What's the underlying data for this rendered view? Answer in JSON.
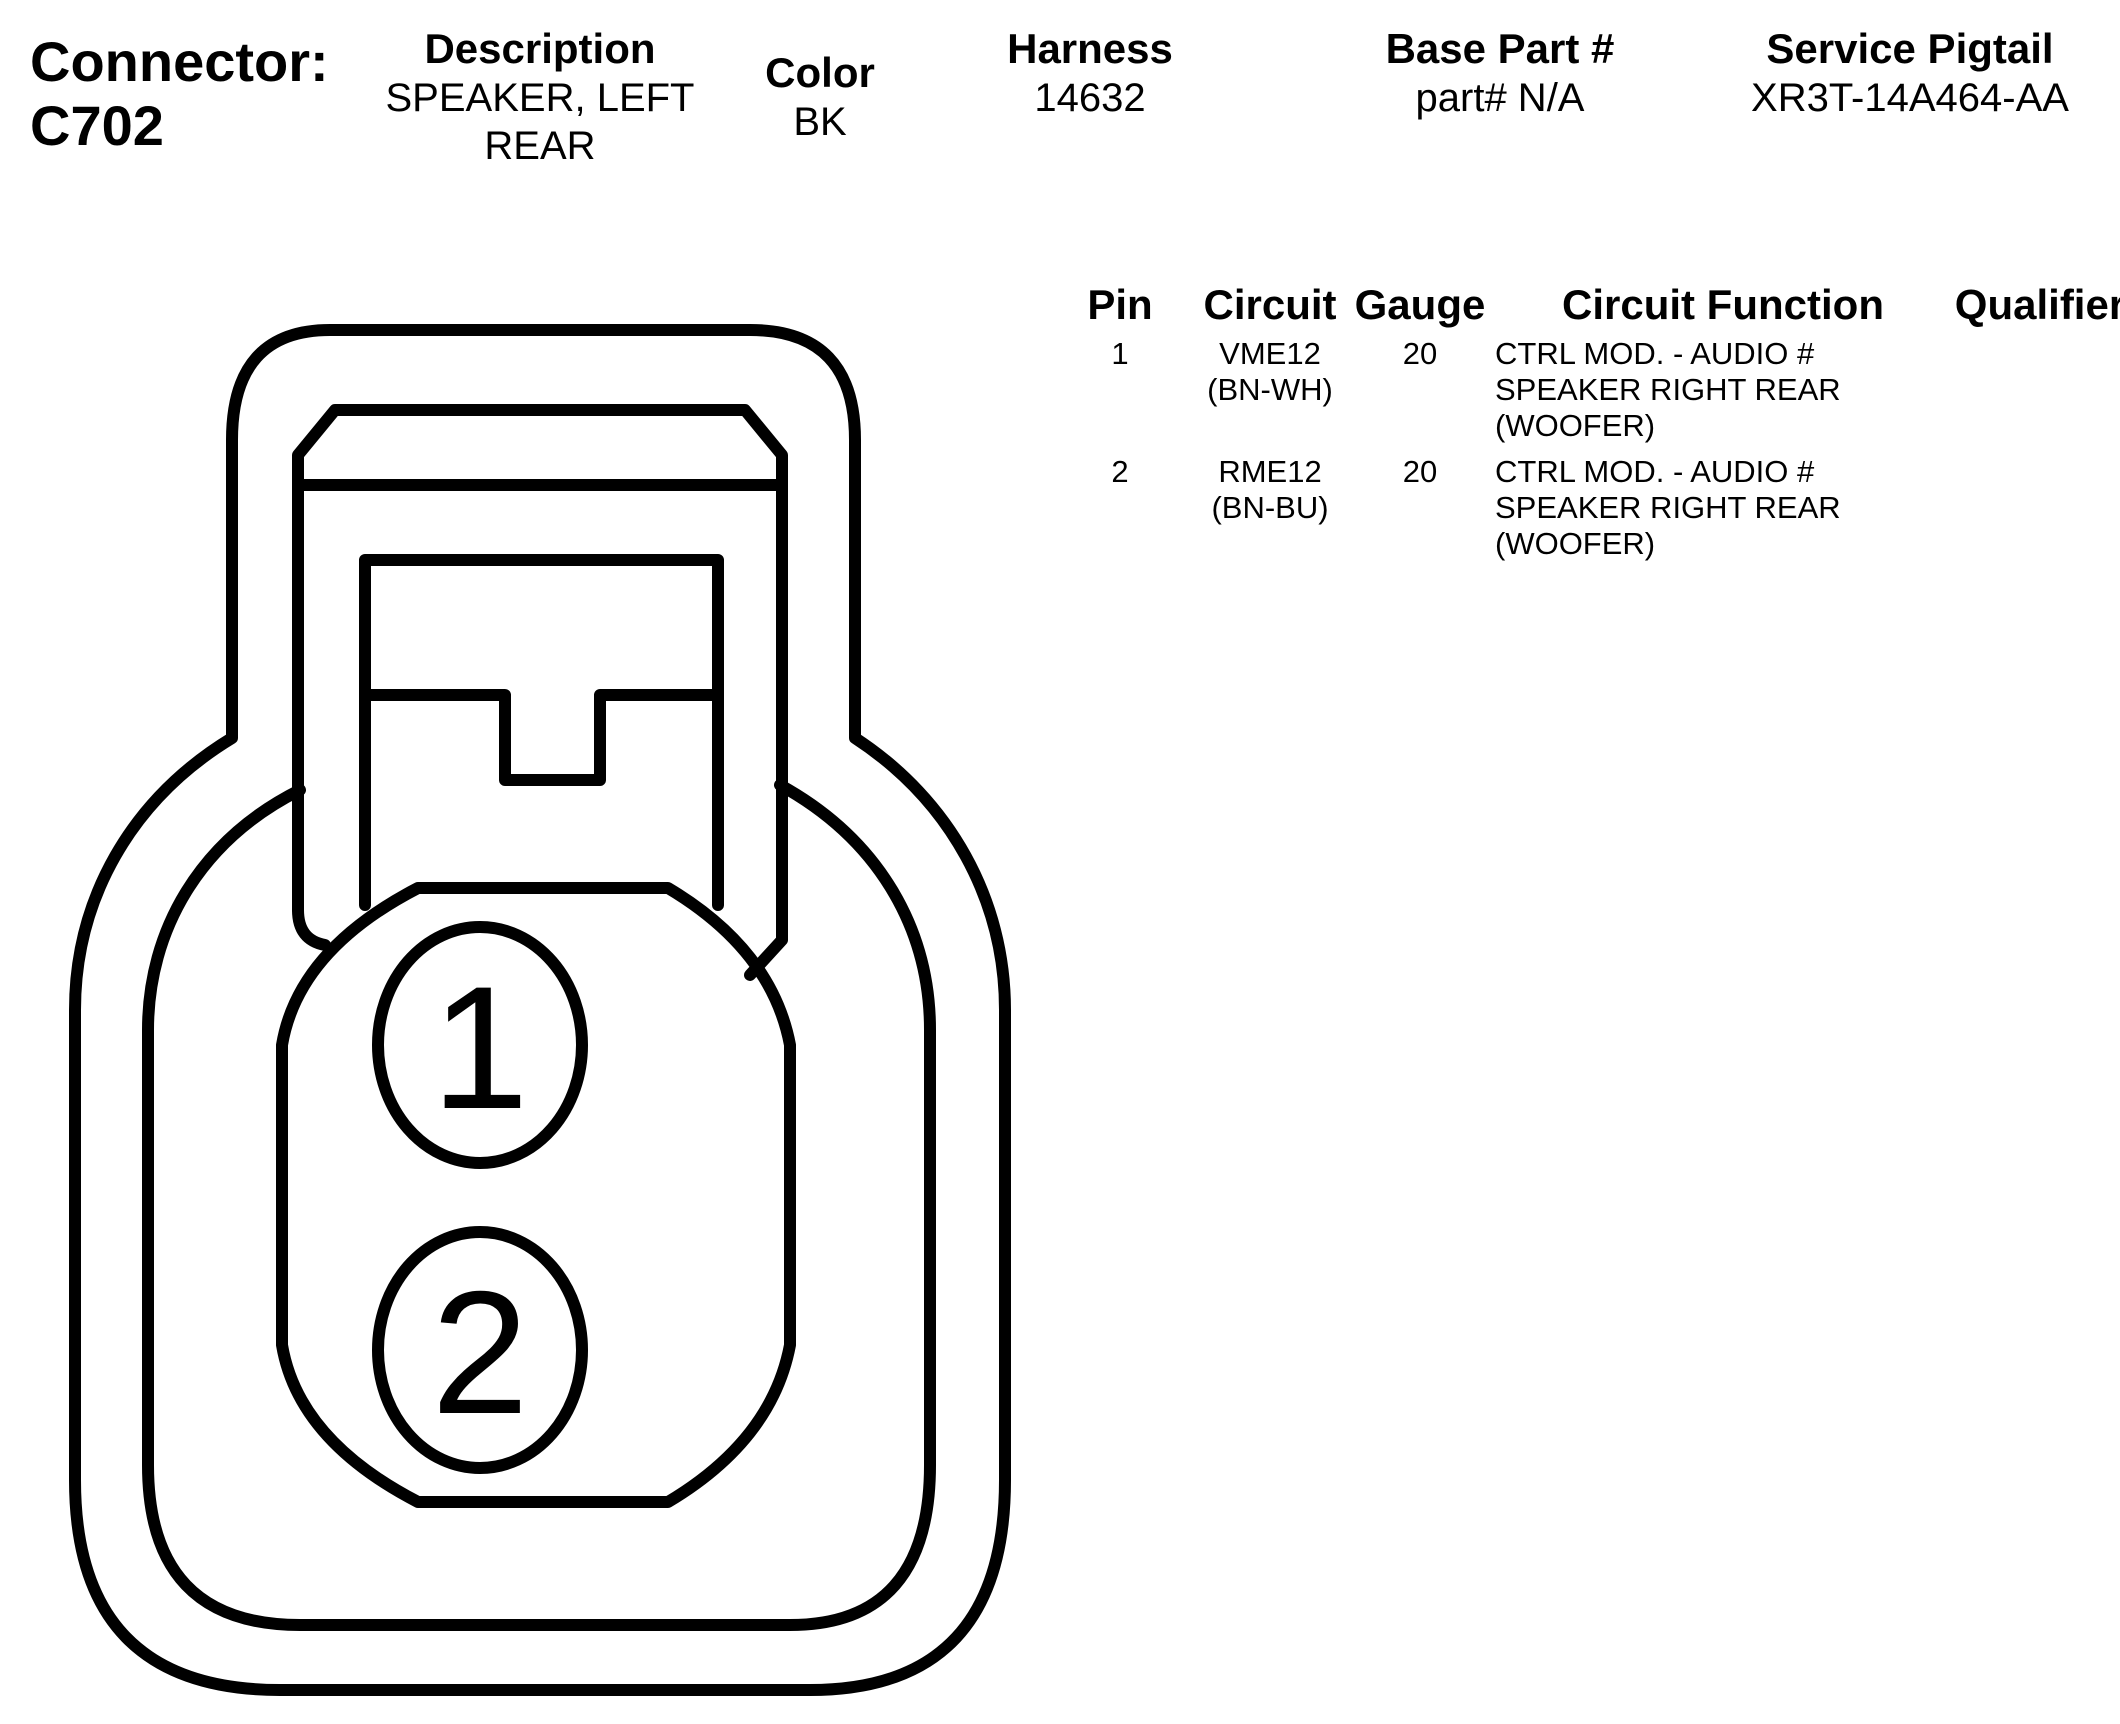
{
  "connector": {
    "label": "Connector:",
    "id": "C702"
  },
  "header": {
    "description": {
      "label": "Description",
      "line1": "SPEAKER, LEFT",
      "line2": "REAR"
    },
    "color": {
      "label": "Color",
      "value": "BK"
    },
    "harness": {
      "label": "Harness",
      "value": "14632"
    },
    "base_part": {
      "label": "Base Part #",
      "value": "part# N/A"
    },
    "service_pigtail": {
      "label": "Service Pigtail",
      "value": "XR3T-14A464-AA"
    }
  },
  "table": {
    "columns": [
      "Pin",
      "Circuit",
      "Gauge",
      "Circuit Function",
      "Qualifier"
    ],
    "rows": [
      {
        "pin": "1",
        "circuit": "VME12",
        "wire_color": "(BN-WH)",
        "gauge": "20",
        "function_lines": [
          "CTRL MOD. - AUDIO #",
          "SPEAKER RIGHT REAR",
          "(WOOFER)"
        ],
        "qualifier": ""
      },
      {
        "pin": "2",
        "circuit": "RME12",
        "wire_color": "(BN-BU)",
        "gauge": "20",
        "function_lines": [
          "CTRL MOD. - AUDIO #",
          "SPEAKER RIGHT REAR",
          "(WOOFER)"
        ],
        "qualifier": ""
      }
    ]
  },
  "drawing": {
    "pin_labels": [
      "1",
      "2"
    ]
  }
}
